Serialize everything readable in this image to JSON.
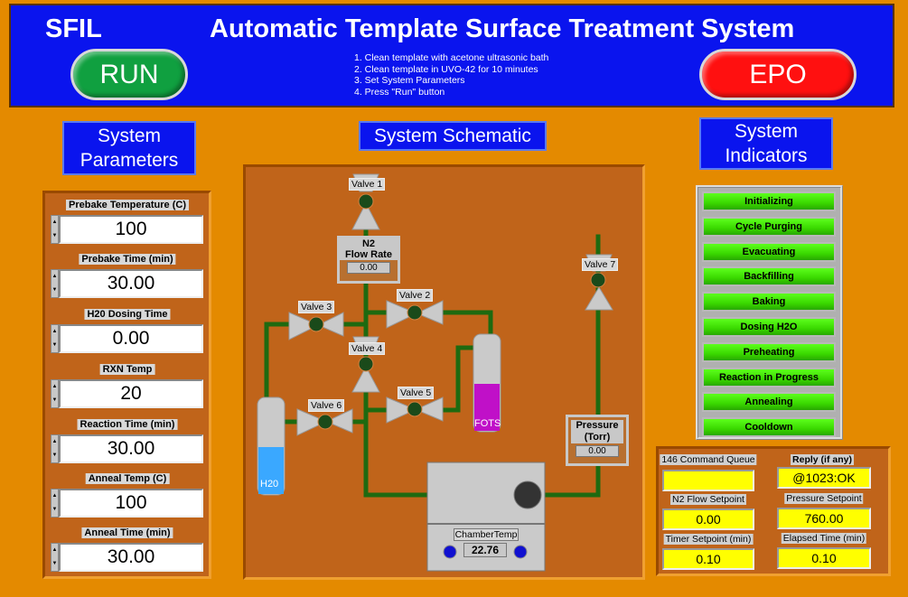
{
  "header": {
    "brand": "SFIL",
    "title": "Automatic Template Surface Treatment System",
    "run_label": "RUN",
    "epo_label": "EPO",
    "instructions": [
      "1. Clean template with acetone ultrasonic bath",
      "2. Clean template in UVO-42 for 10 minutes",
      "3. Set System Parameters",
      "4. Press \"Run\" button"
    ],
    "colors": {
      "header": "#0a14ee",
      "run": "#10a040",
      "epo": "#ff1010",
      "background": "#e48a00"
    }
  },
  "parameters": {
    "title_line1": "System",
    "title_line2": "Parameters",
    "items": [
      {
        "label": "Prebake Temperature (C)",
        "value": "100"
      },
      {
        "label": "Prebake Time (min)",
        "value": "30.00"
      },
      {
        "label": "H20 Dosing Time",
        "value": "0.00"
      },
      {
        "label": "RXN Temp",
        "value": "20"
      },
      {
        "label": "Reaction Time (min)",
        "value": "30.00"
      },
      {
        "label": "Anneal Temp (C)",
        "value": "100"
      },
      {
        "label": "Anneal Time (min)",
        "value": "30.00"
      }
    ]
  },
  "schematic": {
    "title": "System Schematic",
    "valves": [
      "Valve 1",
      "Valve 2",
      "Valve 3",
      "Valve 4",
      "Valve 5",
      "Valve 6",
      "Valve 7"
    ],
    "n2_flow": {
      "label_line1": "N2",
      "label_line2": "Flow Rate",
      "value": "0.00"
    },
    "pressure": {
      "label_line1": "Pressure",
      "label_line2": "(Torr)",
      "value": "0.00"
    },
    "h2o_label": "H20",
    "fots_label": "FOTS",
    "chamber": {
      "label": "ChamberTemp",
      "value": "22.76"
    }
  },
  "indicators": {
    "title_line1": "System",
    "title_line2": "Indicators",
    "items": [
      "Initializing",
      "Cycle Purging",
      "Evacuating",
      "Backfilling",
      "Baking",
      "Dosing H2O",
      "Preheating",
      "Reaction in Progress",
      "Annealing",
      "Cooldown"
    ]
  },
  "status": {
    "command_queue": {
      "label": "146 Command Queue",
      "value": ""
    },
    "reply": {
      "label": "Reply (if any)",
      "value": "@1023:OK"
    },
    "n2_setpoint": {
      "label": "N2 Flow Setpoint",
      "value": "0.00"
    },
    "pressure_setpoint": {
      "label": "Pressure Setpoint",
      "value": "760.00"
    },
    "timer_setpoint": {
      "label": "Timer Setpoint (min)",
      "value": "0.10"
    },
    "elapsed_time": {
      "label": "Elapsed Time (min)",
      "value": "0.10"
    }
  }
}
